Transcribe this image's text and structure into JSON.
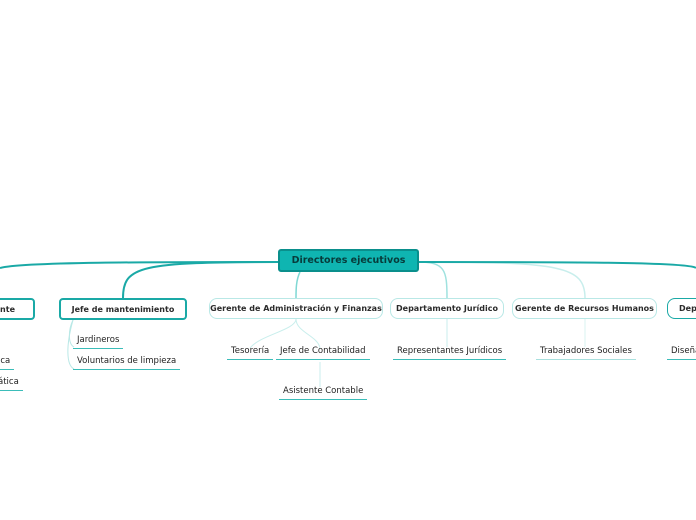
{
  "root": {
    "label": "Directores ejecutivos"
  },
  "branches": [
    {
      "label": "ente",
      "children": [
        "ica",
        "ática"
      ]
    },
    {
      "label": "Jefe de mantenimiento",
      "children": [
        "Jardineros",
        "Voluntarios de limpieza"
      ]
    },
    {
      "label": "Gerente de Administración y Finanzas",
      "children": [
        "Tesorería",
        "Jefe de Contabilidad"
      ],
      "grandchildren": [
        "Asistente Contable"
      ]
    },
    {
      "label": "Departamento Jurídico",
      "children": [
        "Representantes Jurídicos"
      ]
    },
    {
      "label": "Gerente de Recursos Humanos",
      "children": [
        "Trabajadores Sociales"
      ]
    },
    {
      "label": "Depa",
      "children": [
        "Diseña"
      ]
    }
  ],
  "colors": {
    "accent": "#0fb5b1",
    "line": "#1aa9a6",
    "line_light": "#b9e8e6"
  }
}
